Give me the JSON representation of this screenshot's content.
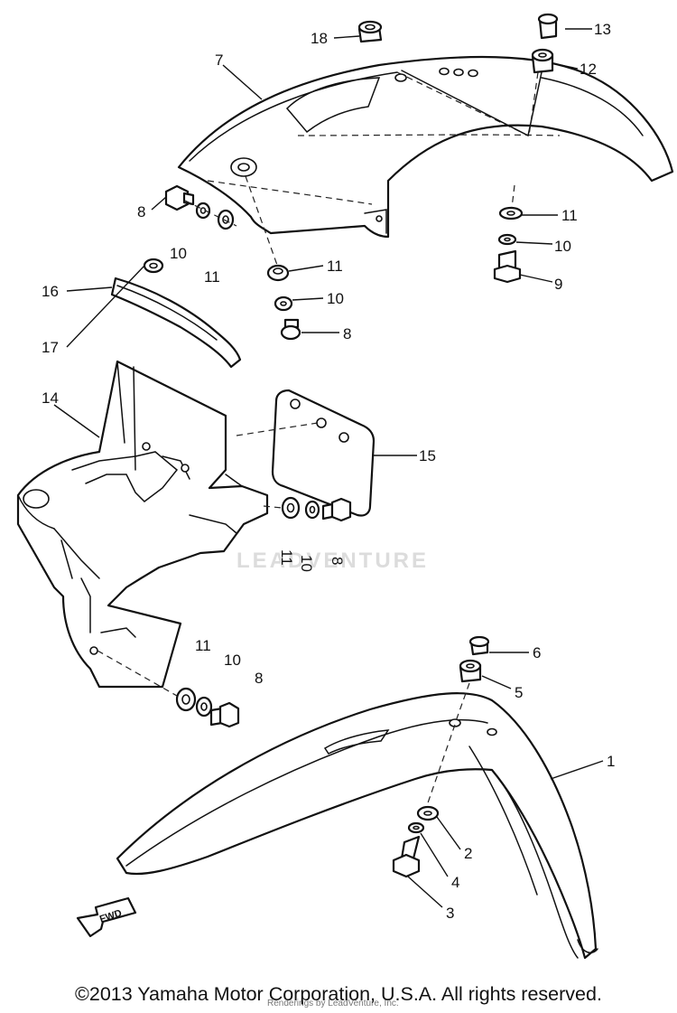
{
  "watermark": "LEADVENTURE",
  "credit": "Renderings by LeadVenture, Inc.",
  "copyright": "©2013 Yamaha Motor Corporation, U.S.A. All rights reserved.",
  "fwd_label": "FWD",
  "callouts": {
    "c1": "1",
    "c2": "2",
    "c3": "3",
    "c4": "4",
    "c5": "5",
    "c6": "6",
    "c7": "7",
    "c8a": "8",
    "c8b": "8",
    "c8c": "8",
    "c8d": "8",
    "c9": "9",
    "c10a": "10",
    "c10b": "10",
    "c10c": "10",
    "c10d": "10",
    "c10e": "10",
    "c11a": "11",
    "c11b": "11",
    "c11c": "11",
    "c11d": "11",
    "c11e": "11",
    "c12": "12",
    "c13": "13",
    "c14": "14",
    "c15": "15",
    "c16": "16",
    "c17": "17",
    "c18": "18"
  }
}
